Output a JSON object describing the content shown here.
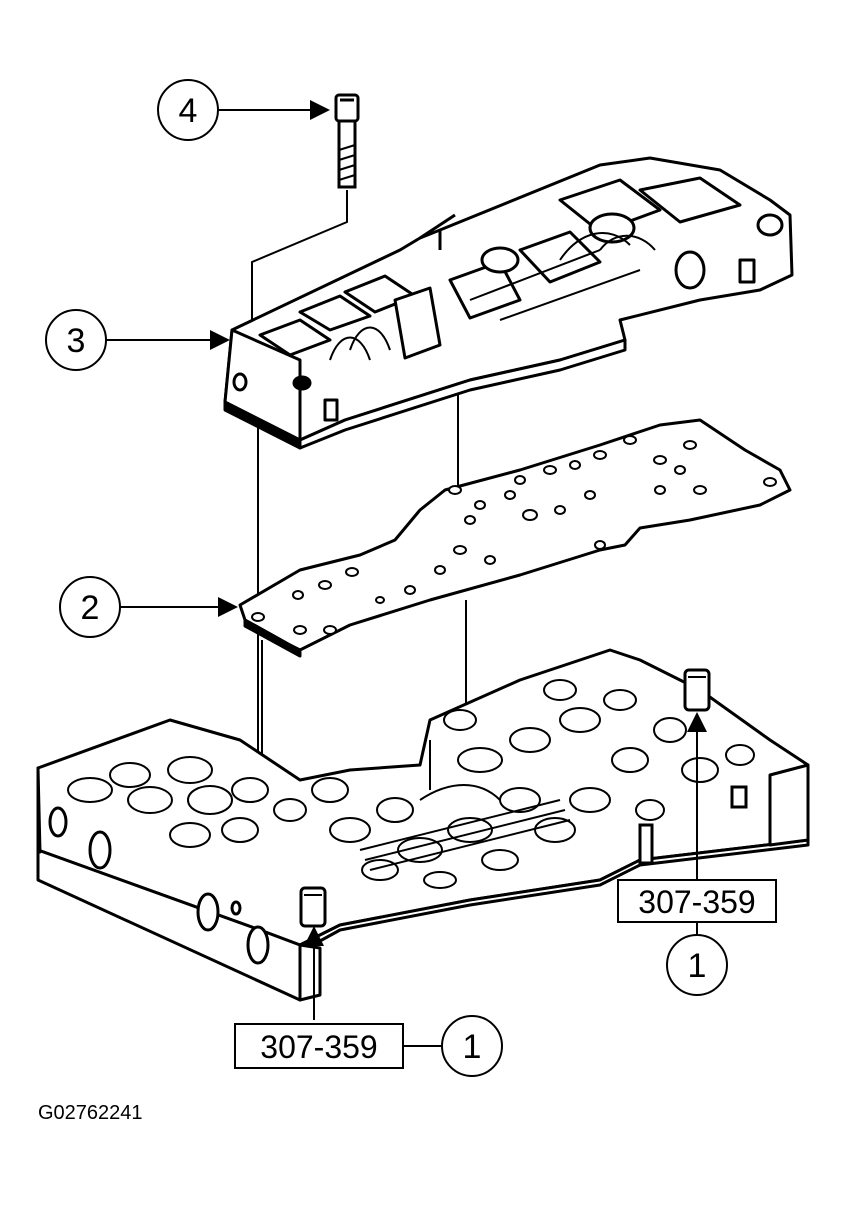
{
  "figure_code": "G02762241",
  "callouts": [
    {
      "label": "4"
    },
    {
      "label": "3"
    },
    {
      "label": "2"
    },
    {
      "label": "1"
    },
    {
      "label": "1"
    }
  ],
  "tool_labels": [
    {
      "text": "307-359"
    },
    {
      "text": "307-359"
    }
  ],
  "colors": {
    "line": "#000000",
    "fill": "#ffffff"
  }
}
